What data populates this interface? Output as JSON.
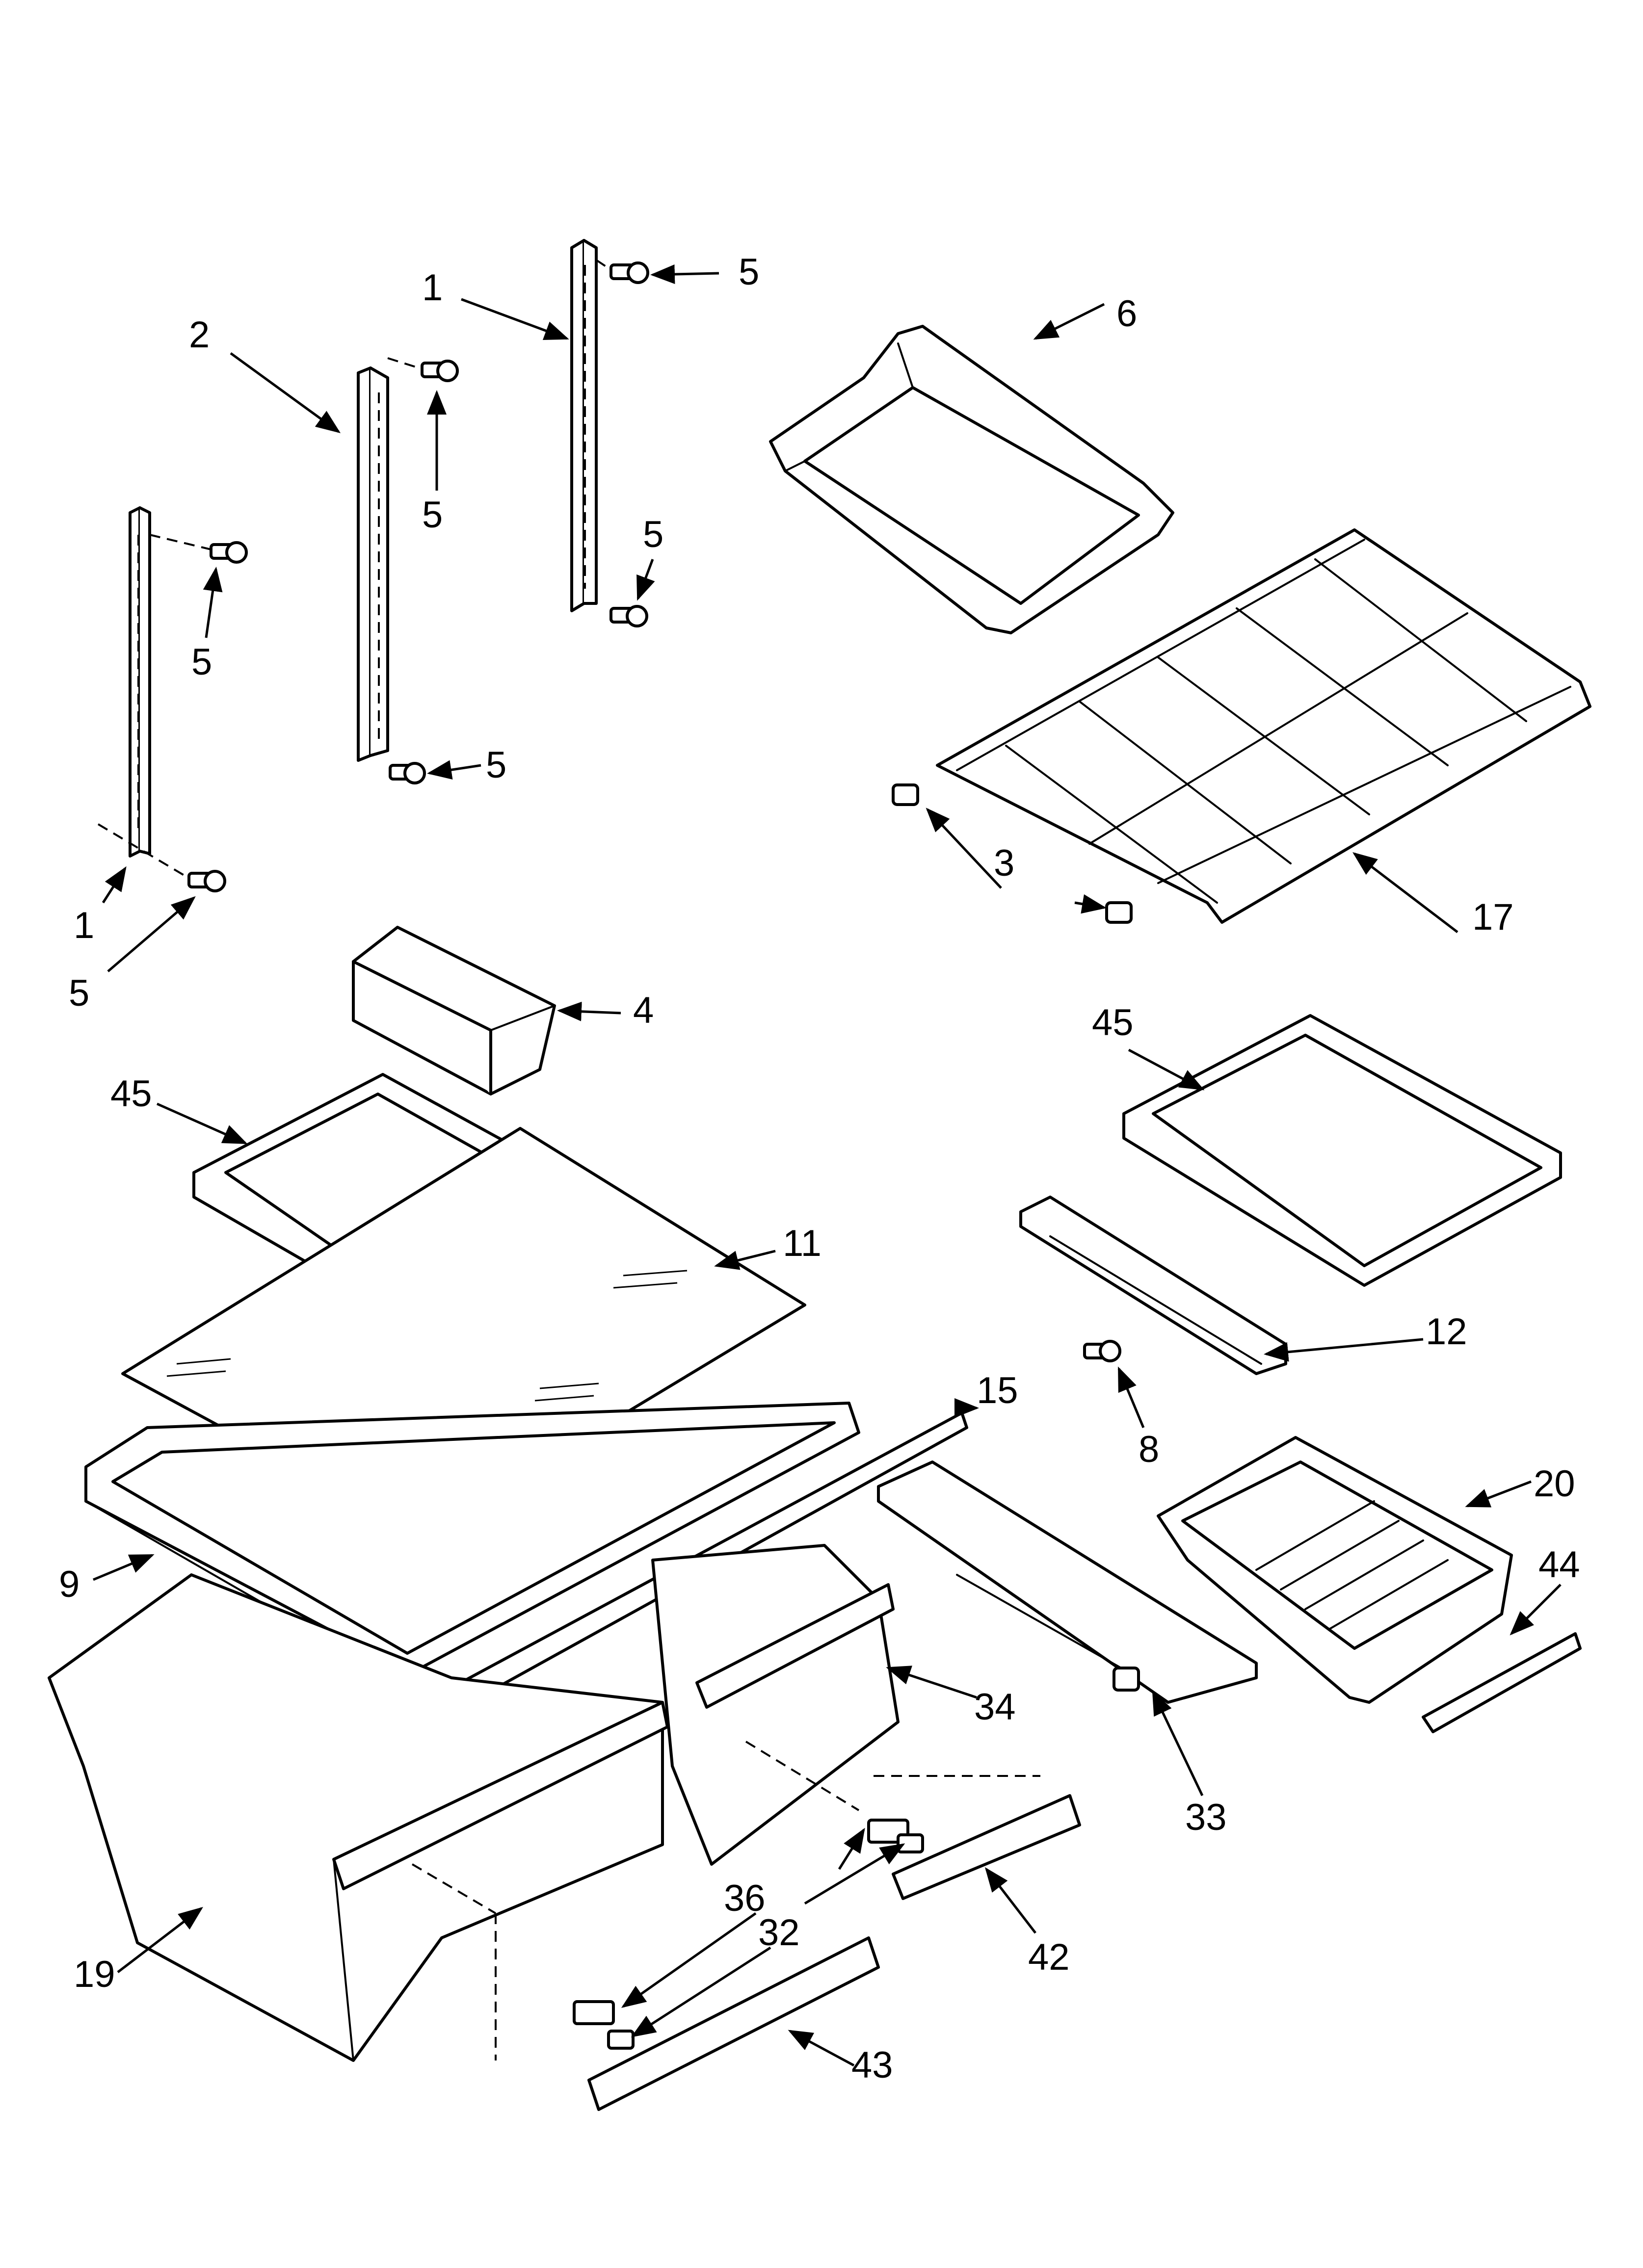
{
  "colors": {
    "line": "#000000",
    "background": "#ffffff"
  },
  "callouts": [
    {
      "id": "c1-top",
      "label": "1"
    },
    {
      "id": "c1-bot",
      "label": "1"
    },
    {
      "id": "c2",
      "label": "2"
    },
    {
      "id": "c3",
      "label": "3"
    },
    {
      "id": "c4",
      "label": "4"
    },
    {
      "id": "c5-a",
      "label": "5"
    },
    {
      "id": "c5-b",
      "label": "5"
    },
    {
      "id": "c5-c",
      "label": "5"
    },
    {
      "id": "c5-d",
      "label": "5"
    },
    {
      "id": "c5-e",
      "label": "5"
    },
    {
      "id": "c5-f",
      "label": "5"
    },
    {
      "id": "c6",
      "label": "6"
    },
    {
      "id": "c8",
      "label": "8"
    },
    {
      "id": "c9",
      "label": "9"
    },
    {
      "id": "c11",
      "label": "11"
    },
    {
      "id": "c12",
      "label": "12"
    },
    {
      "id": "c15",
      "label": "15"
    },
    {
      "id": "c17",
      "label": "17"
    },
    {
      "id": "c19",
      "label": "19"
    },
    {
      "id": "c20",
      "label": "20"
    },
    {
      "id": "c32",
      "label": "32"
    },
    {
      "id": "c33",
      "label": "33"
    },
    {
      "id": "c34",
      "label": "34"
    },
    {
      "id": "c36",
      "label": "36"
    },
    {
      "id": "c42",
      "label": "42"
    },
    {
      "id": "c43",
      "label": "43"
    },
    {
      "id": "c44",
      "label": "44"
    },
    {
      "id": "c45-left",
      "label": "45"
    },
    {
      "id": "c45-right",
      "label": "45"
    }
  ]
}
